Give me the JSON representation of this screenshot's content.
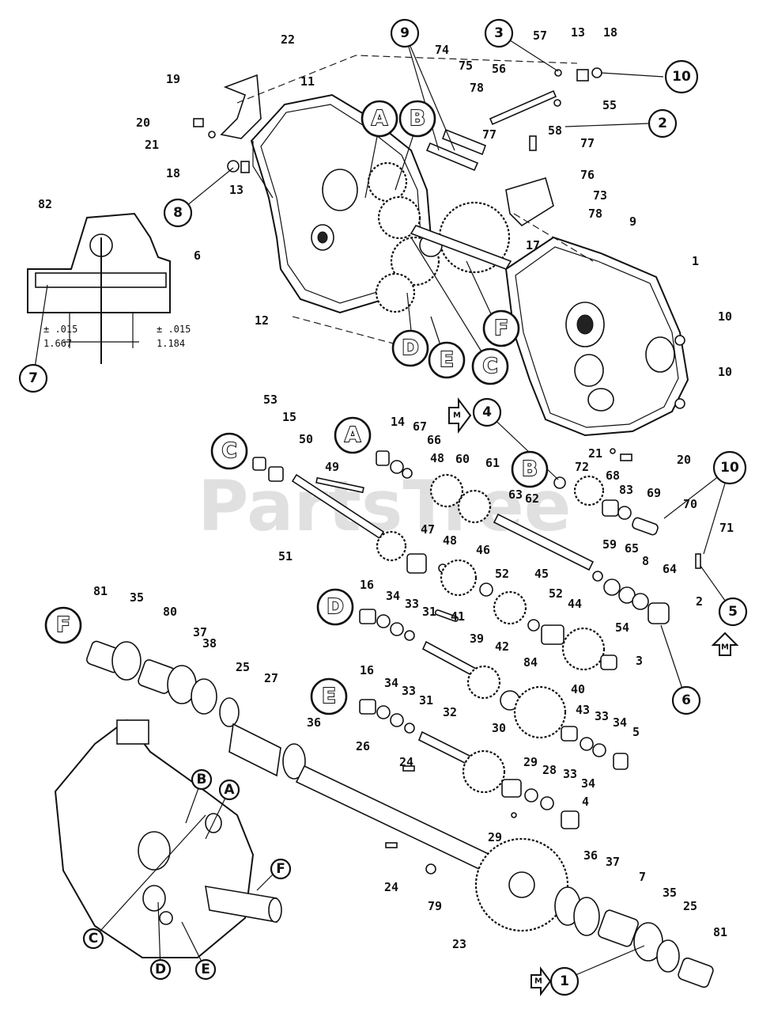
{
  "watermark": "PartsTree",
  "part_numbers": [
    "1",
    "2",
    "3",
    "4",
    "5",
    "6",
    "7",
    "8",
    "9",
    "10",
    "11",
    "12",
    "13",
    "14",
    "15",
    "16",
    "17",
    "18",
    "19",
    "20",
    "21",
    "22",
    "23",
    "24",
    "25",
    "26",
    "27",
    "28",
    "29",
    "30",
    "31",
    "32",
    "33",
    "34",
    "35",
    "36",
    "37",
    "38",
    "39",
    "40",
    "41",
    "42",
    "43",
    "44",
    "45",
    "46",
    "47",
    "48",
    "49",
    "50",
    "51",
    "52",
    "53",
    "54",
    "55",
    "56",
    "57",
    "58",
    "59",
    "60",
    "61",
    "62",
    "63",
    "64",
    "65",
    "66",
    "67",
    "68",
    "69",
    "70",
    "71",
    "72",
    "73",
    "74",
    "75",
    "76",
    "77",
    "78",
    "79",
    "80",
    "81",
    "82",
    "83",
    "84"
  ],
  "callouts": [
    "1",
    "2",
    "3",
    "4",
    "5",
    "6",
    "7",
    "8",
    "9",
    "10"
  ],
  "letter_refs": [
    "A",
    "B",
    "C",
    "D",
    "E",
    "F"
  ],
  "measurements": {
    "tol1": "± .015",
    "val1": "1.667",
    "tol2": "± .015",
    "val2": "1.184"
  },
  "direction_marker": "M"
}
